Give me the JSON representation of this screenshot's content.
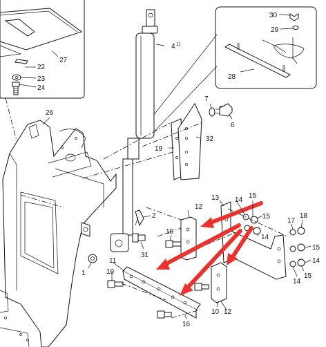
{
  "diagram": {
    "callouts": {
      "c1": "1",
      "c2": "2",
      "c4": "4",
      "c4_note": "1)",
      "c6": "6",
      "c7": "7",
      "c10a": "10",
      "c10b": "10",
      "c10c": "10",
      "c11": "11",
      "c12a": "12",
      "c12b": "12",
      "c13": "13",
      "c14a": "14",
      "c14b": "14",
      "c14c": "14",
      "c14d": "14",
      "c15a": "15",
      "c15b": "15",
      "c15c": "15",
      "c15d": "15",
      "c16": "16",
      "c17": "17",
      "c18": "18",
      "c19": "19",
      "c22": "22",
      "c23": "23",
      "c24": "24",
      "c26": "26",
      "c27": "27",
      "c28": "28",
      "c29": "29",
      "c30": "30",
      "c31": "31",
      "c32": "32"
    },
    "colors": {
      "arrow": "#e8332e",
      "line": "#111111",
      "background": "#ffffff"
    }
  }
}
